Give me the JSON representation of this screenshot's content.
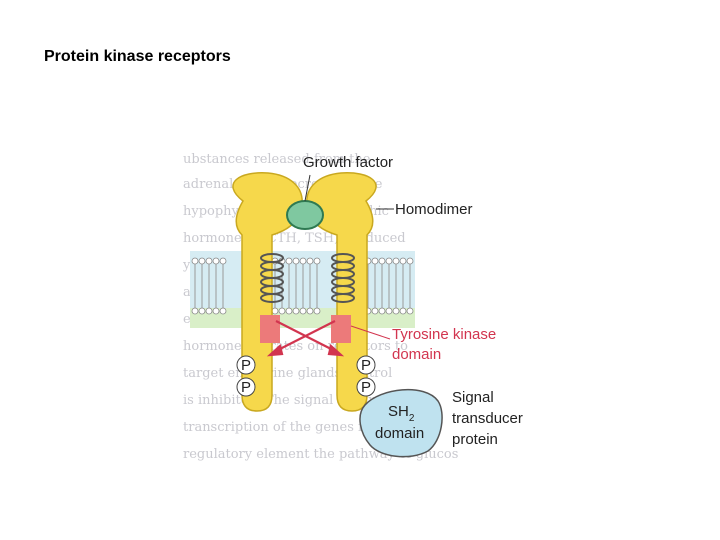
{
  "slide": {
    "title": "Protein kinase receptors"
  },
  "diagram": {
    "labels": {
      "growth_factor": "Growth factor",
      "homodimer": "Homodimer",
      "tyrosine_kinase_line1": "Tyrosine kinase",
      "tyrosine_kinase_line2": "domain",
      "signal_line1": "Signal",
      "signal_line2": "transducer",
      "signal_line3": "protein",
      "sh2_line1": "SH",
      "sh2_subscript": "2",
      "sh2_line2": "domain",
      "phosphate": "P"
    },
    "colors": {
      "receptor_yellow": "#f6d84b",
      "growth_factor_green": "#7fc8a0",
      "kinase_pink": "#ec7a7a",
      "arrow_red": "#d2354f",
      "sh2_blue": "#bfe2ef"
    }
  }
}
